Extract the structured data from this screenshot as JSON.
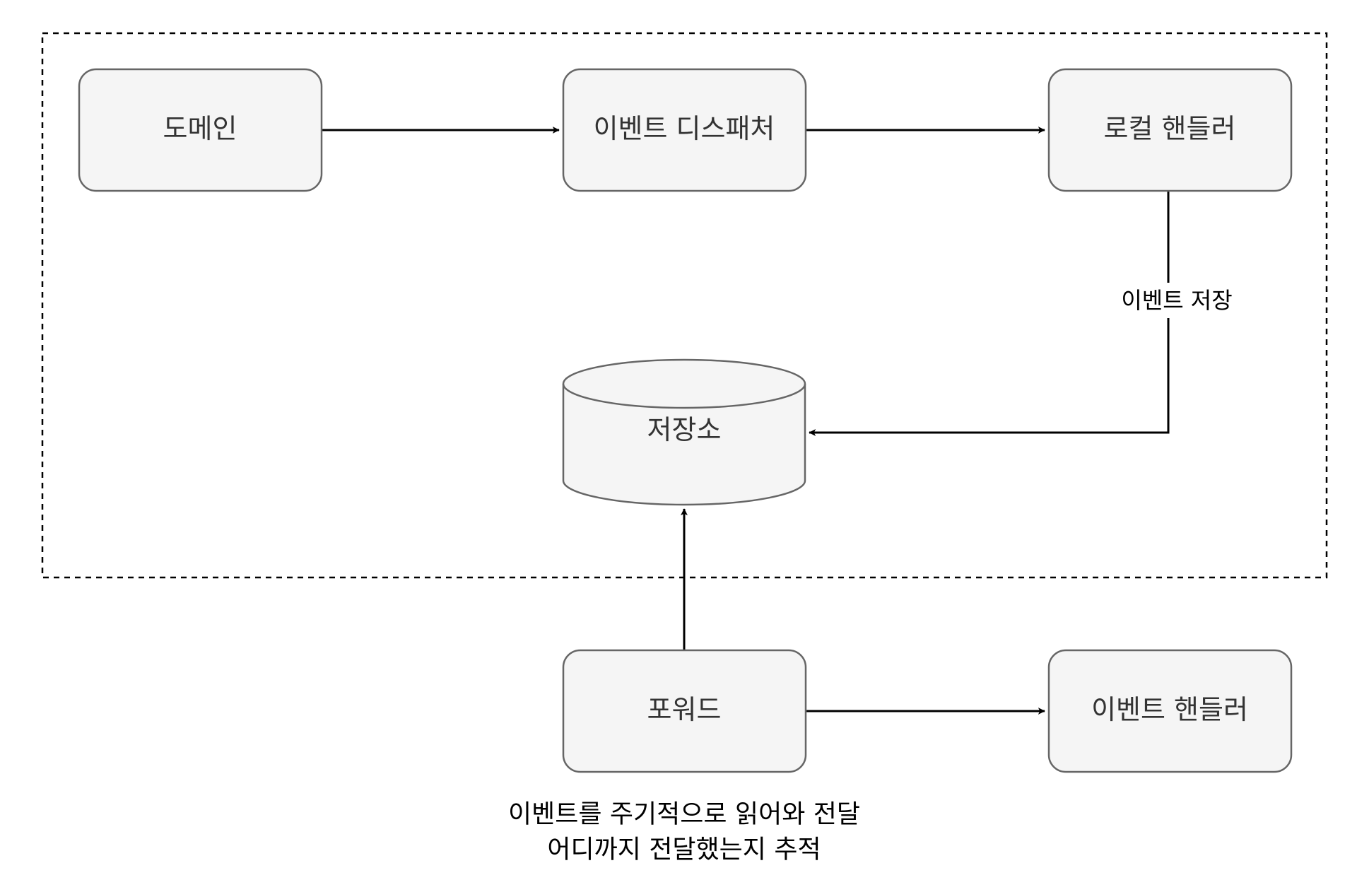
{
  "nodes": {
    "domain": {
      "label": "도메인"
    },
    "dispatcher": {
      "label": "이벤트 디스패처"
    },
    "local_handler": {
      "label": "로컬 핸들러"
    },
    "storage": {
      "label": "저장소"
    },
    "forwarder": {
      "label": "포워드"
    },
    "event_handler": {
      "label": "이벤트 핸들러"
    }
  },
  "edges": {
    "save_label": "이벤트 저장"
  },
  "caption": {
    "line1": "이벤트를 주기적으로 읽어와 전달",
    "line2": "어디까지 전달했는지 추적"
  },
  "colors": {
    "node_fill": "#f5f5f5",
    "node_stroke": "#666666",
    "edge": "#000000"
  }
}
